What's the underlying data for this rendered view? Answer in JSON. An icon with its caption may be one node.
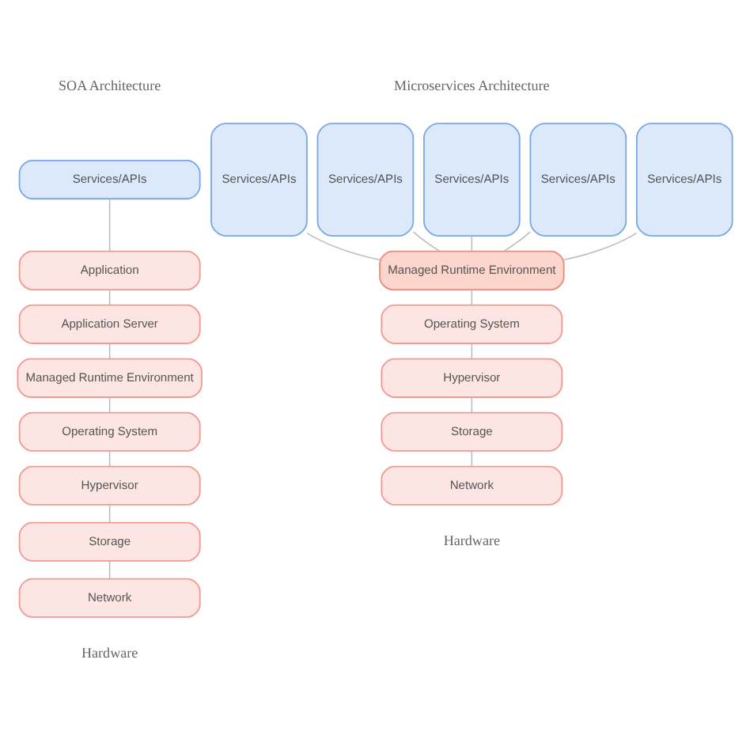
{
  "diagram": {
    "nodes": [
      {
        "text": [
          "Services/APIs"
        ]
      },
      {
        "text": [
          "Application"
        ]
      },
      {
        "text": [
          "Application Server"
        ]
      },
      {
        "text": [
          "Managed Runtime Environment"
        ]
      },
      {
        "text": [
          "Operating System"
        ]
      },
      {
        "text": [
          "Hypervisor"
        ]
      },
      {
        "text": [
          "Storage"
        ]
      },
      {
        "text": [
          "Network"
        ]
      },
      {
        "text": [
          "Services/APIs"
        ]
      },
      {
        "text": [
          "Services/APIs"
        ]
      },
      {
        "text": [
          "Services/APIs"
        ]
      },
      {
        "text": [
          "Services/APIs"
        ]
      },
      {
        "text": [
          "Services/APIs"
        ]
      },
      {
        "text": [
          "Managed Runtime Environment"
        ]
      },
      {
        "text": [
          "Operating System"
        ]
      },
      {
        "text": [
          "Hypervisor"
        ]
      },
      {
        "text": [
          "Storage"
        ]
      },
      {
        "text": [
          "Network"
        ]
      }
    ],
    "edges": [
      {
        "from": 0,
        "to": 1,
        "arrow": "none"
      },
      {
        "from": 1,
        "to": 2,
        "arrow": "none"
      },
      {
        "from": 2,
        "to": 3,
        "arrow": "none"
      },
      {
        "from": 3,
        "to": 4,
        "arrow": "none"
      },
      {
        "from": 4,
        "to": 5,
        "arrow": "none"
      },
      {
        "from": 5,
        "to": 6,
        "arrow": "none"
      },
      {
        "from": 6,
        "to": 7,
        "arrow": "none"
      },
      {
        "from": 8,
        "to": 13,
        "arrow": "none"
      },
      {
        "from": 9,
        "to": 13,
        "arrow": "none"
      },
      {
        "from": 10,
        "to": 13,
        "arrow": "none"
      },
      {
        "from": 11,
        "to": 13,
        "arrow": "none"
      },
      {
        "from": 12,
        "to": 13,
        "arrow": "none"
      },
      {
        "from": 13,
        "to": 14,
        "arrow": "none"
      },
      {
        "from": 14,
        "to": 15,
        "arrow": "none"
      },
      {
        "from": 15,
        "to": 16,
        "arrow": "none"
      },
      {
        "from": 16,
        "to": 17,
        "arrow": "none"
      }
    ],
    "labels": [
      "SOA Architecture",
      "Microservices Architecture",
      "Hardware",
      "Hardware"
    ]
  }
}
